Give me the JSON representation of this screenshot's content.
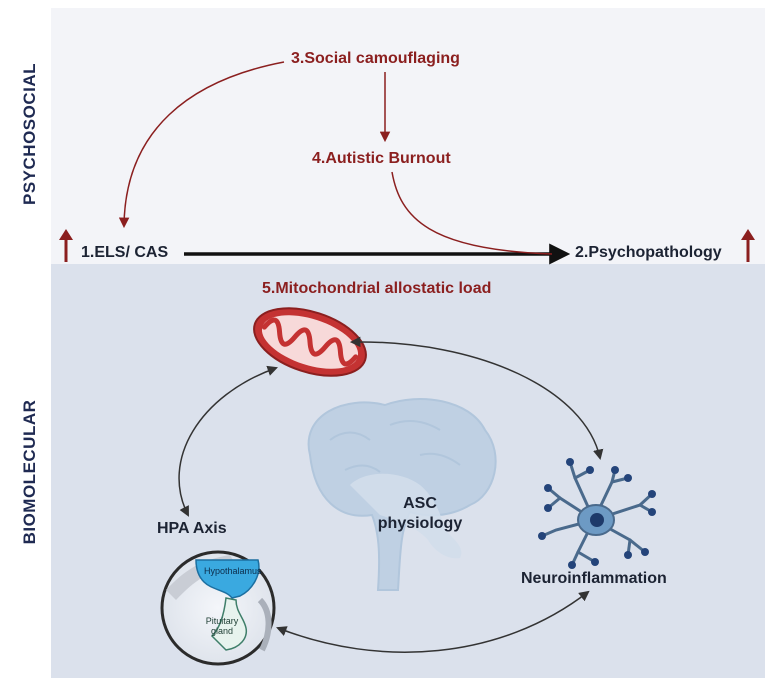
{
  "sections": {
    "psychosocial": "PSYCHOSOCIAL",
    "biomolecular": "BIOMOLECULAR"
  },
  "nodes": {
    "social_camouflaging": "3.Social camouflaging",
    "autistic_burnout": "4.Autistic Burnout",
    "els_cas": "1.ELS/ CAS",
    "psychopathology": "2.Psychopathology",
    "mitochondrial": "5.Mitochondrial allostatic load",
    "hpa_axis": "HPA Axis",
    "hypothalamus": "Hypothalamus",
    "pituitary": "Pituitary\ngland",
    "asc_physiology": "ASC\nphysiology",
    "neuroinflammation": "Neuroinflammation"
  },
  "colors": {
    "accent_red": "#8b1f1f",
    "top_panel": "#f3f4f8",
    "bottom_panel": "#dbe1ec",
    "dark_text": "#1c2333"
  }
}
